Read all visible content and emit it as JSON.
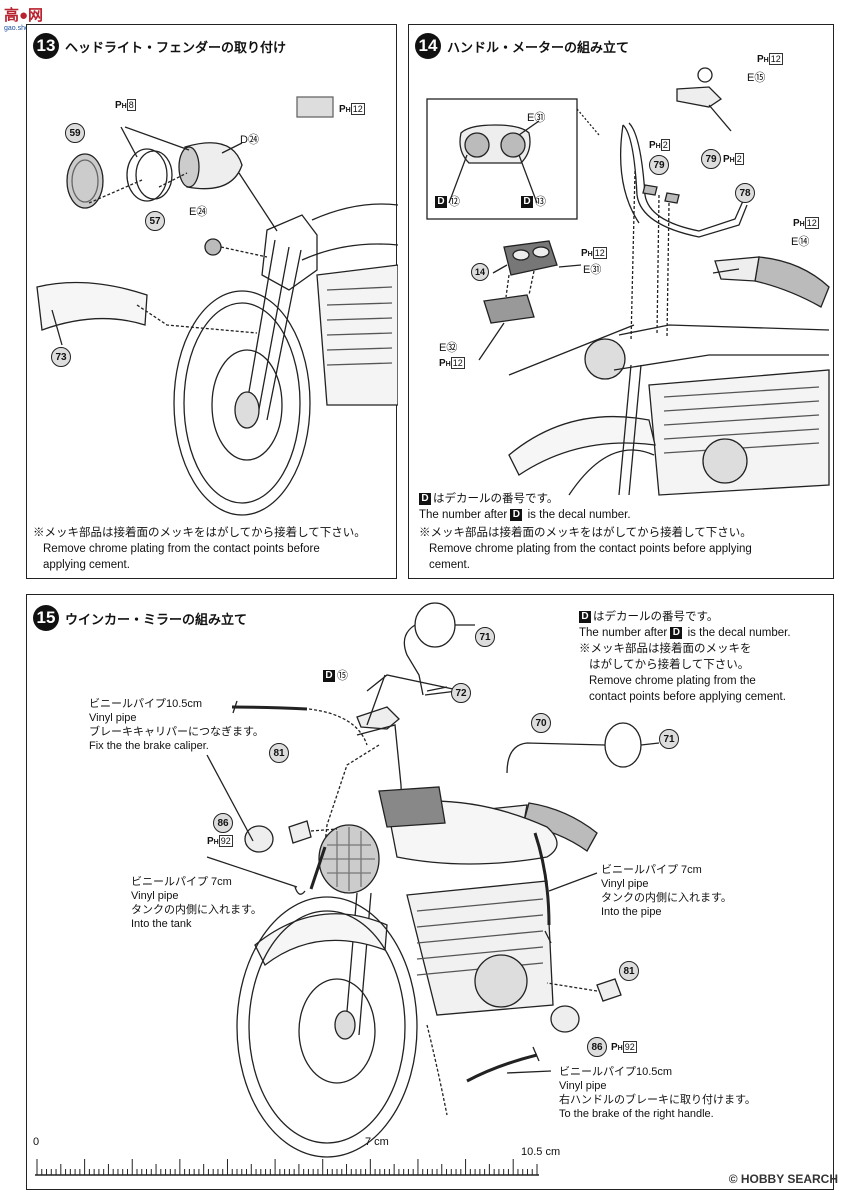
{
  "watermark_top": {
    "main": "高●网",
    "sub": "gao.shou.com"
  },
  "watermark_bottom": "© HOBBY SEARCH",
  "step13": {
    "number": "13",
    "title": "ヘッドライト・フェンダーの取り付け",
    "note_jp": "※メッキ部品は接着面のメッキをはがしてから接着して下さい。",
    "note_en1": "Remove chrome plating from the contact points before",
    "note_en2": "applying cement.",
    "parts": {
      "p59": "59",
      "p57": "57",
      "p73": "73",
      "d24": "D㉔",
      "e24": "E㉔",
      "ph8": "8",
      "ph12": "12"
    }
  },
  "step14": {
    "number": "14",
    "title": "ハンドル・メーターの組み立て",
    "decal_jp": "はデカールの番号です。",
    "decal_en_pre": "The number after",
    "decal_en_post": "is the decal number.",
    "d_mark": "D",
    "note_jp": "※メッキ部品は接着面のメッキをはがしてから接着して下さい。",
    "note_en1": "Remove chrome plating from the contact points before applying",
    "note_en2": "cement.",
    "parts": {
      "e31a": "E㉛",
      "d12": "⑫",
      "d13": "⑬",
      "ph12a": "12",
      "p14": "14",
      "e31b": "E㉛",
      "e32": "E㉜",
      "ph12b": "12",
      "ph12c": "12",
      "e15": "E⑮",
      "ph2a": "2",
      "p79a": "79",
      "p79b": "79",
      "ph2b": "2",
      "p78": "78",
      "ph12d": "12",
      "e14": "E⑭"
    }
  },
  "step15": {
    "number": "15",
    "title": "ウインカー・ミラーの組み立て",
    "decal_jp": "はデカールの番号です。",
    "decal_en_pre": "The number after",
    "decal_en_post": "is the decal number.",
    "note_jp1": "※メッキ部品は接着面のメッキを",
    "note_jp2": "はがしてから接着して下さい。",
    "note_en1": "Remove chrome plating from the",
    "note_en2": "contact points before applying  cement.",
    "vinyl1": [
      "ビニールパイプ10.5cm",
      "Vinyl pipe",
      "ブレーキキャリパーにつなぎます。",
      "Fix the the brake caliper."
    ],
    "vinyl2": [
      "ビニールパイプ 7cm",
      "Vinyl pipe",
      "タンクの内側に入れます。",
      "Into the tank"
    ],
    "vinyl3": [
      "ビニールパイプ 7cm",
      "Vinyl pipe",
      "タンクの内側に入れます。",
      "Into the pipe"
    ],
    "vinyl4": [
      "ビニールパイプ10.5cm",
      "Vinyl pipe",
      "右ハンドルのブレーキに取り付けます。",
      "To the brake of the right handle."
    ],
    "parts": {
      "p71a": "71",
      "p72": "72",
      "d15": "⑮",
      "p70": "70",
      "p71b": "71",
      "p81a": "81",
      "p86a": "86",
      "ph92a": "92",
      "p81b": "81",
      "p86b": "86",
      "ph92b": "92"
    }
  },
  "ruler": {
    "zero": "0",
    "mid": "7 cm",
    "end": "10.5 cm"
  }
}
